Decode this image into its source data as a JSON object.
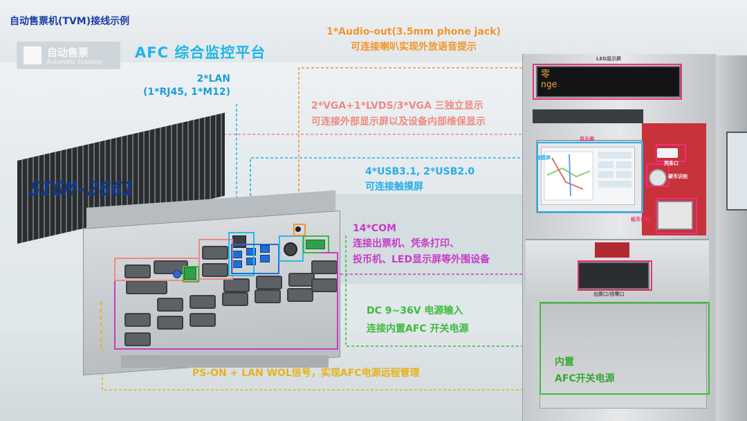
{
  "corner_title": "自动售票机(TVM)接线示例",
  "sign": {
    "title": "自动售票",
    "subtitle": "Automatic Ticketing"
  },
  "platform_title": "AFC 综合监控平台",
  "device_model": "SIGM-2661",
  "annotations": {
    "lan": [
      "2*LAN",
      "(1*RJ45, 1*M12)"
    ],
    "audio": [
      "1*Audio-out(3.5mm phone jack)",
      "可连接喇叭实现外放语音提示"
    ],
    "vga": [
      "2*VGA+1*LVDS/3*VGA 三独立显示",
      "可连接外部显示屏以及设备内部维保显示"
    ],
    "usb": [
      "4*USB3.1, 2*USB2.0",
      "可连接触摸屏"
    ],
    "com": [
      "14*COM",
      "连接出票机、凭条打印、",
      "投币机、LED显示屏等外围设备"
    ],
    "dc": [
      "DC 9~36V 电源输入",
      "连接内置AFC 开关电源"
    ],
    "pson": "PS-ON + LAN WOL信号，实现AFC电源远程管理",
    "psu": [
      "内置",
      "AFC开关电源"
    ]
  },
  "kiosk_labels": {
    "led_screen": "LED显示屏",
    "display": "显示屏",
    "touch": "触摸屏",
    "voucher": "凭条口",
    "coin": "硬币识别",
    "note": "纸币识别",
    "ticket_out": "出票口/找零口",
    "led_text": [
      "零",
      "nge"
    ]
  },
  "colors": {
    "lan": "#1e9fd6",
    "audio": "#f0962e",
    "vga": "#ee8a82",
    "usb": "#27aee6",
    "com": "#c73bc7",
    "dc": "#3dbb3d",
    "pson": "#e7b21a",
    "kiosk_label": "#e8327a"
  }
}
